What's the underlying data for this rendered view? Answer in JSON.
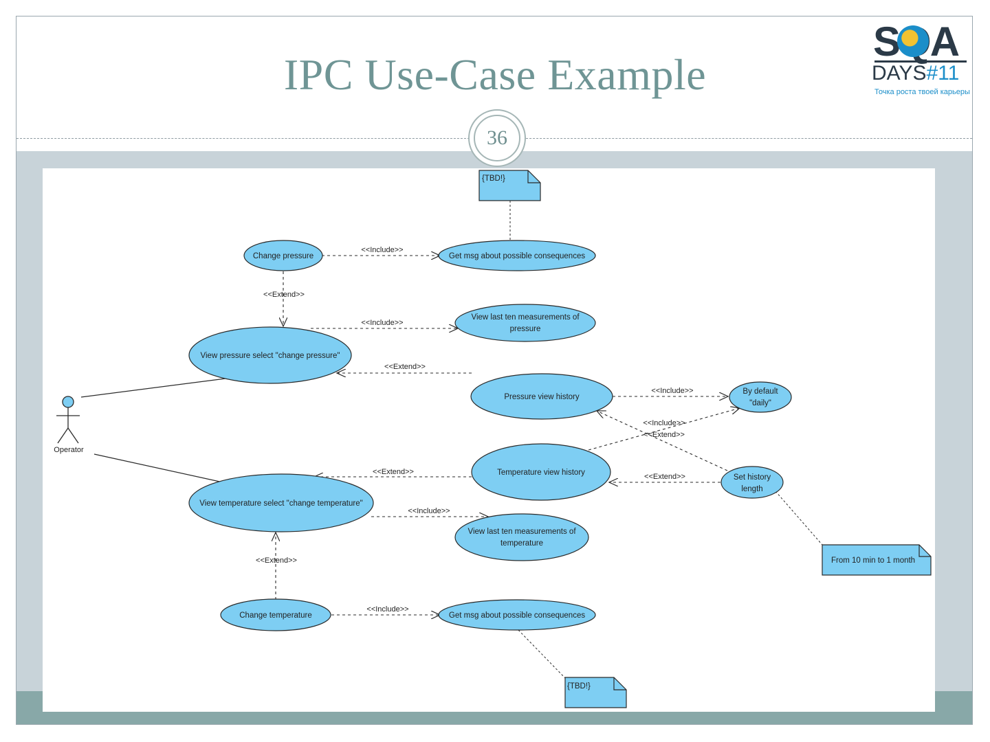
{
  "slide": {
    "title": "IPC Use-Case Example",
    "page_number": "36"
  },
  "logo": {
    "brand": "SQA",
    "event_prefix": "DAYS",
    "event_number": "#11",
    "tagline": "Точка роста твоей карьеры"
  },
  "colors": {
    "usecase_fill": "#7ecef3",
    "stroke": "#2a2a2a",
    "title": "#6f9595",
    "band": "#c8d3d9"
  },
  "diagram": {
    "actor": {
      "label": "Operator"
    },
    "use_cases": [
      {
        "id": "change-pressure",
        "lines": [
          "Change pressure"
        ]
      },
      {
        "id": "msg-pressure",
        "lines": [
          "Get msg about possible consequences"
        ]
      },
      {
        "id": "view-pressure",
        "lines": [
          "View pressure select \"change pressure\""
        ]
      },
      {
        "id": "last-ten-pressure",
        "lines": [
          "View last ten measurements of",
          "pressure"
        ]
      },
      {
        "id": "pressure-history",
        "lines": [
          "Pressure view history"
        ]
      },
      {
        "id": "by-default",
        "lines": [
          "By default",
          "\"daily\""
        ]
      },
      {
        "id": "temperature-history",
        "lines": [
          "Temperature view history"
        ]
      },
      {
        "id": "set-history",
        "lines": [
          "Set history",
          "length"
        ]
      },
      {
        "id": "view-temperature",
        "lines": [
          "View temperature select \"change temperature\""
        ]
      },
      {
        "id": "last-ten-temperature",
        "lines": [
          "View last ten measurements of",
          "temperature"
        ]
      },
      {
        "id": "change-temperature",
        "lines": [
          "Change temperature"
        ]
      },
      {
        "id": "msg-temperature",
        "lines": [
          "Get msg about possible consequences"
        ]
      }
    ],
    "notes": [
      {
        "id": "note-tbd-top",
        "text": "{TBD!}"
      },
      {
        "id": "note-range",
        "text": "From 10 min to 1 month"
      },
      {
        "id": "note-tbd-bottom",
        "text": "{TBD!}"
      }
    ],
    "relations": [
      {
        "id": "r1",
        "label": "<<Include>>"
      },
      {
        "id": "r2",
        "label": "<<Extend>>"
      },
      {
        "id": "r3",
        "label": "<<Include>>"
      },
      {
        "id": "r4",
        "label": "<<Extend>>"
      },
      {
        "id": "r5",
        "label": "<<Include>>"
      },
      {
        "id": "r6",
        "label": "<<Include>>"
      },
      {
        "id": "r7",
        "label": "<<Extend>>"
      },
      {
        "id": "r8",
        "label": "<<Extend>>"
      },
      {
        "id": "r9",
        "label": "<<Extend>>"
      },
      {
        "id": "r10",
        "label": "<<Include>>"
      },
      {
        "id": "r11",
        "label": "<<Extend>>"
      },
      {
        "id": "r12",
        "label": "<<Include>>"
      }
    ]
  }
}
